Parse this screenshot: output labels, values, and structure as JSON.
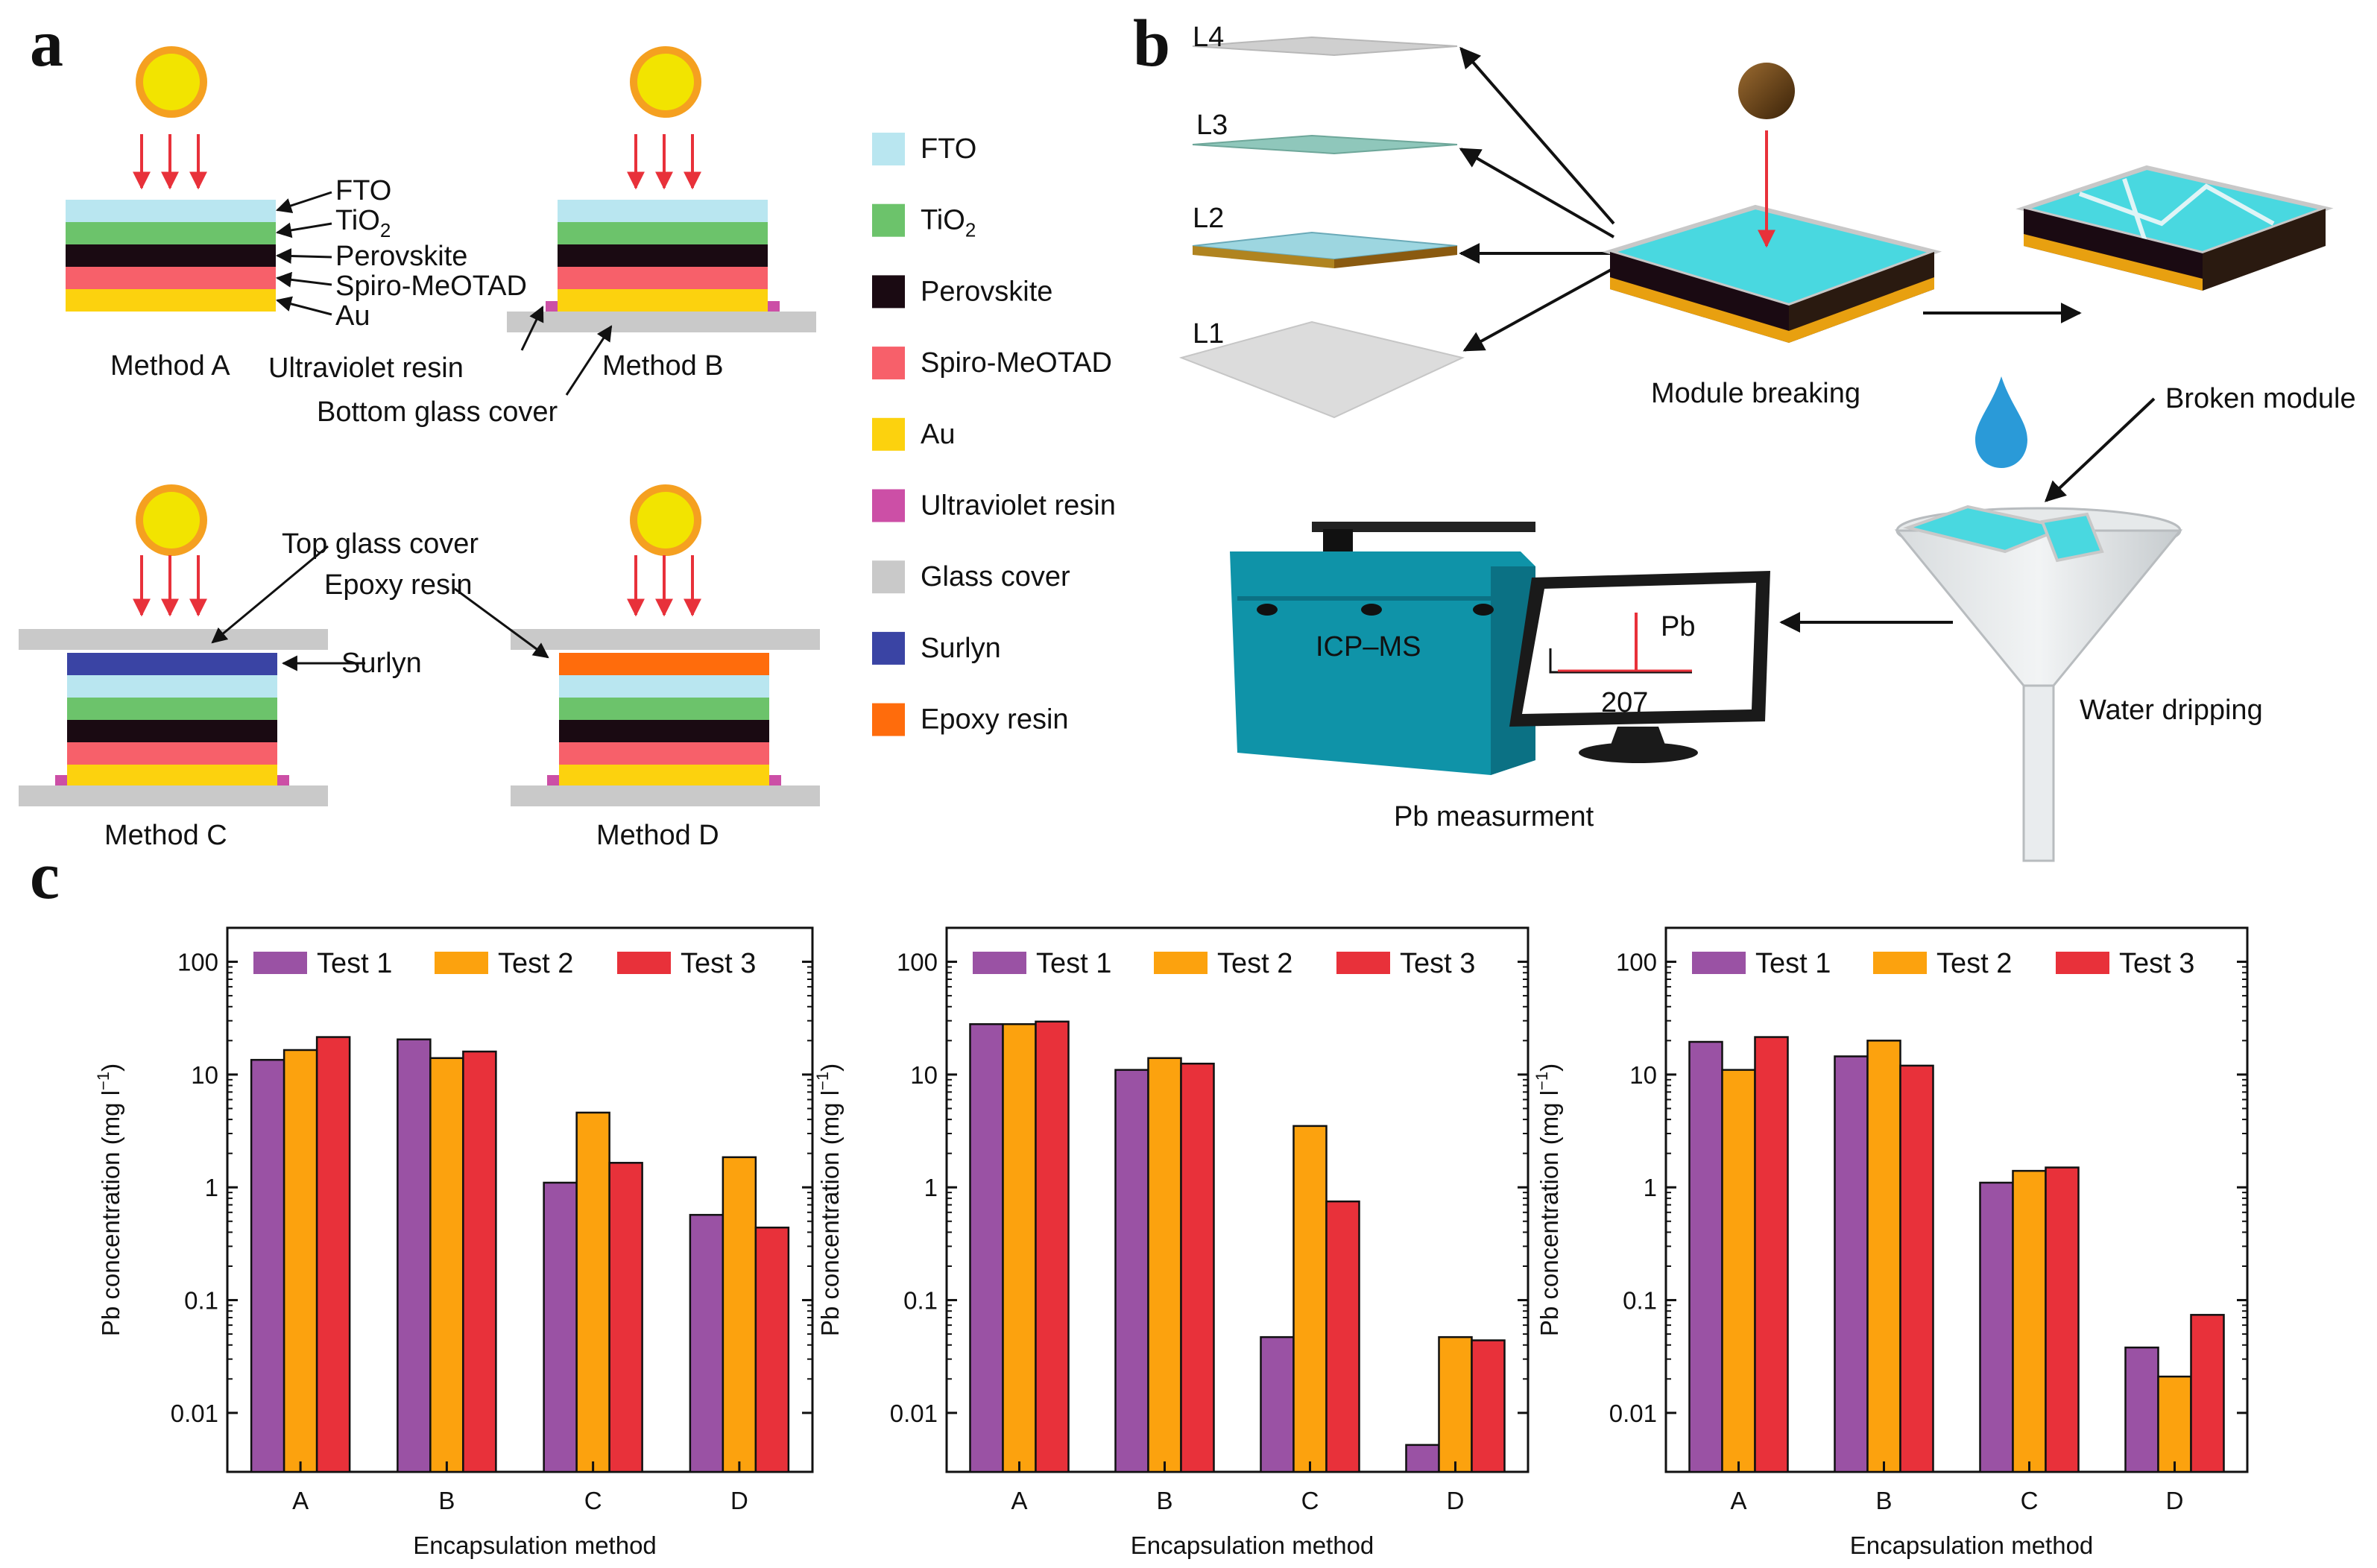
{
  "panels": {
    "a": "a",
    "b": "b",
    "c": "c"
  },
  "colors": {
    "FTO": "#b9e6f0",
    "TiO2": "#6cc36b",
    "Perovskite": "#1a0a12",
    "Spiro": "#f7606a",
    "Au": "#fcd20e",
    "UV": "#cc4fa6",
    "Glass": "#c9c9c9",
    "Surlyn": "#3a44a4",
    "Epoxy": "#ff6c0c",
    "Test1": "#9a52a4",
    "Test2": "#fca20e",
    "Test3": "#e8313a"
  },
  "panel_a": {
    "sun_icon": "sun-icon",
    "stack_labels": {
      "fto": "FTO",
      "tio2": "TiO",
      "tio2_sub": "2",
      "perovskite": "Perovskite",
      "spiro": "Spiro-MeOTAD",
      "au": "Au"
    },
    "uv_resin": "Ultraviolet resin",
    "bottom_glass": "Bottom glass cover",
    "top_glass": "Top glass cover",
    "epoxy": "Epoxy resin",
    "surlyn": "Surlyn",
    "methods": [
      "Method A",
      "Method B",
      "Method C",
      "Method D"
    ],
    "legend": [
      {
        "label": "FTO",
        "sub": "",
        "color": "#b9e6f0"
      },
      {
        "label": "TiO",
        "sub": "2",
        "color": "#6cc36b"
      },
      {
        "label": "Perovskite",
        "sub": "",
        "color": "#1a0a12"
      },
      {
        "label": "Spiro-MeOTAD",
        "sub": "",
        "color": "#f7606a"
      },
      {
        "label": "Au",
        "sub": "",
        "color": "#fcd20e"
      },
      {
        "label": "Ultraviolet resin",
        "sub": "",
        "color": "#cc4fa6"
      },
      {
        "label": "Glass cover",
        "sub": "",
        "color": "#c9c9c9"
      },
      {
        "label": "Surlyn",
        "sub": "",
        "color": "#3a44a4"
      },
      {
        "label": "Epoxy resin",
        "sub": "",
        "color": "#ff6c0c"
      }
    ]
  },
  "panel_b": {
    "layers": [
      "L4",
      "L3",
      "L2",
      "L1"
    ],
    "module_breaking": "Module breaking",
    "broken_module": "Broken module",
    "water_dripping": "Water dripping",
    "pb_measurement": "Pb measurment",
    "icpms": "ICP–MS",
    "pb": "Pb",
    "mass": "207"
  },
  "chart_data": [
    {
      "type": "bar",
      "categories": [
        "A",
        "B",
        "C",
        "D"
      ],
      "series": [
        {
          "name": "Test 1",
          "values": [
            13.5,
            20.5,
            1.1,
            0.57
          ]
        },
        {
          "name": "Test 2",
          "values": [
            16.5,
            14.0,
            4.6,
            1.85
          ]
        },
        {
          "name": "Test 3",
          "values": [
            21.5,
            16.0,
            1.65,
            0.44
          ]
        }
      ],
      "xlabel": "Encapsulation method",
      "ylabel": "Pb concentration (mg l",
      "ylabel_sup": "−1",
      "ylabel_close": ")",
      "yscale": "log",
      "ylim": [
        0.003,
        200
      ],
      "yticks": [
        "0.01",
        "0.1",
        "1",
        "10",
        "100"
      ],
      "legend_position": "top"
    },
    {
      "type": "bar",
      "categories": [
        "A",
        "B",
        "C",
        "D"
      ],
      "series": [
        {
          "name": "Test 1",
          "values": [
            28.0,
            11.0,
            0.047,
            0.0052
          ]
        },
        {
          "name": "Test 2",
          "values": [
            28.0,
            14.0,
            3.5,
            0.047
          ]
        },
        {
          "name": "Test 3",
          "values": [
            29.5,
            12.5,
            0.75,
            0.044
          ]
        }
      ],
      "xlabel": "Encapsulation method",
      "ylabel": "Pb concentration (mg l",
      "ylabel_sup": "−1",
      "ylabel_close": ")",
      "yscale": "log",
      "ylim": [
        0.003,
        200
      ],
      "yticks": [
        "0.01",
        "0.1",
        "1",
        "10",
        "100"
      ],
      "legend_position": "top"
    },
    {
      "type": "bar",
      "categories": [
        "A",
        "B",
        "C",
        "D"
      ],
      "series": [
        {
          "name": "Test 1",
          "values": [
            19.5,
            14.5,
            1.1,
            0.038
          ]
        },
        {
          "name": "Test 2",
          "values": [
            11.0,
            20.0,
            1.4,
            0.021
          ]
        },
        {
          "name": "Test 3",
          "values": [
            21.5,
            12.0,
            1.5,
            0.074
          ]
        }
      ],
      "xlabel": "Encapsulation method",
      "ylabel": "Pb concentration (mg l",
      "ylabel_sup": "−1",
      "ylabel_close": ")",
      "yscale": "log",
      "ylim": [
        0.003,
        200
      ],
      "yticks": [
        "0.01",
        "0.1",
        "1",
        "10",
        "100"
      ],
      "legend_position": "top"
    }
  ]
}
